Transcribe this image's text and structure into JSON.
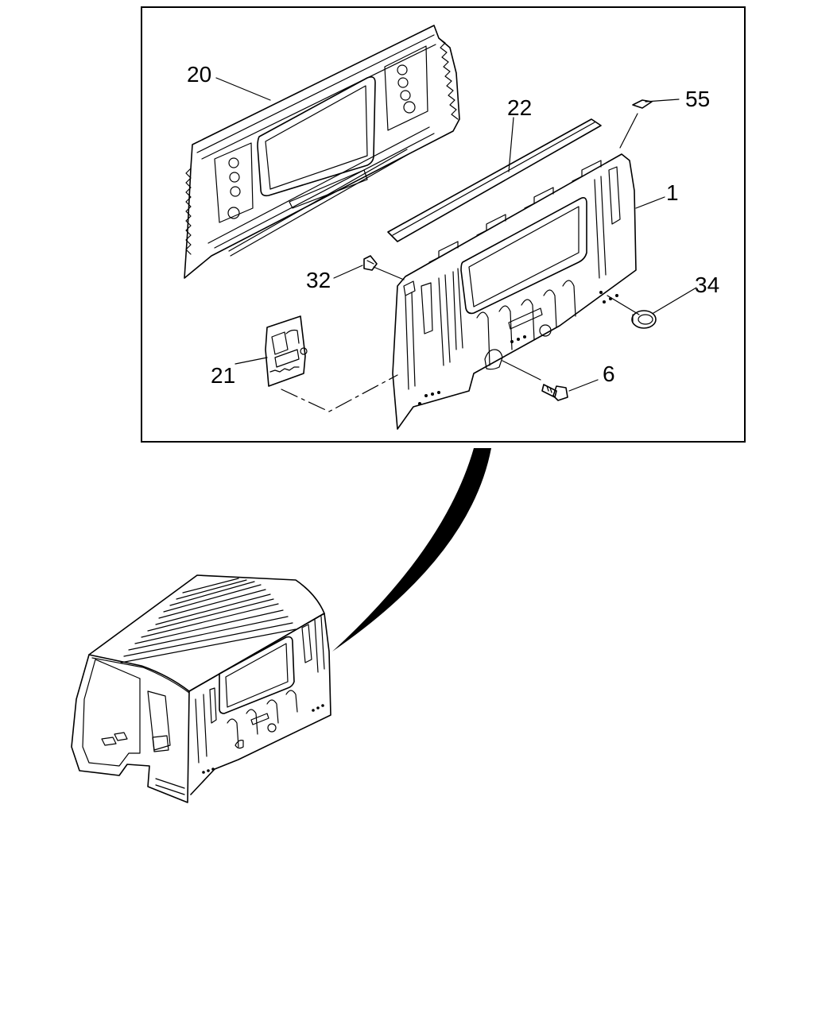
{
  "callouts": [
    {
      "id": "20",
      "label": "20"
    },
    {
      "id": "22",
      "label": "22"
    },
    {
      "id": "55",
      "label": "55"
    },
    {
      "id": "1",
      "label": "1"
    },
    {
      "id": "32",
      "label": "32"
    },
    {
      "id": "34",
      "label": "34"
    },
    {
      "id": "21",
      "label": "21"
    },
    {
      "id": "6",
      "label": "6"
    }
  ]
}
